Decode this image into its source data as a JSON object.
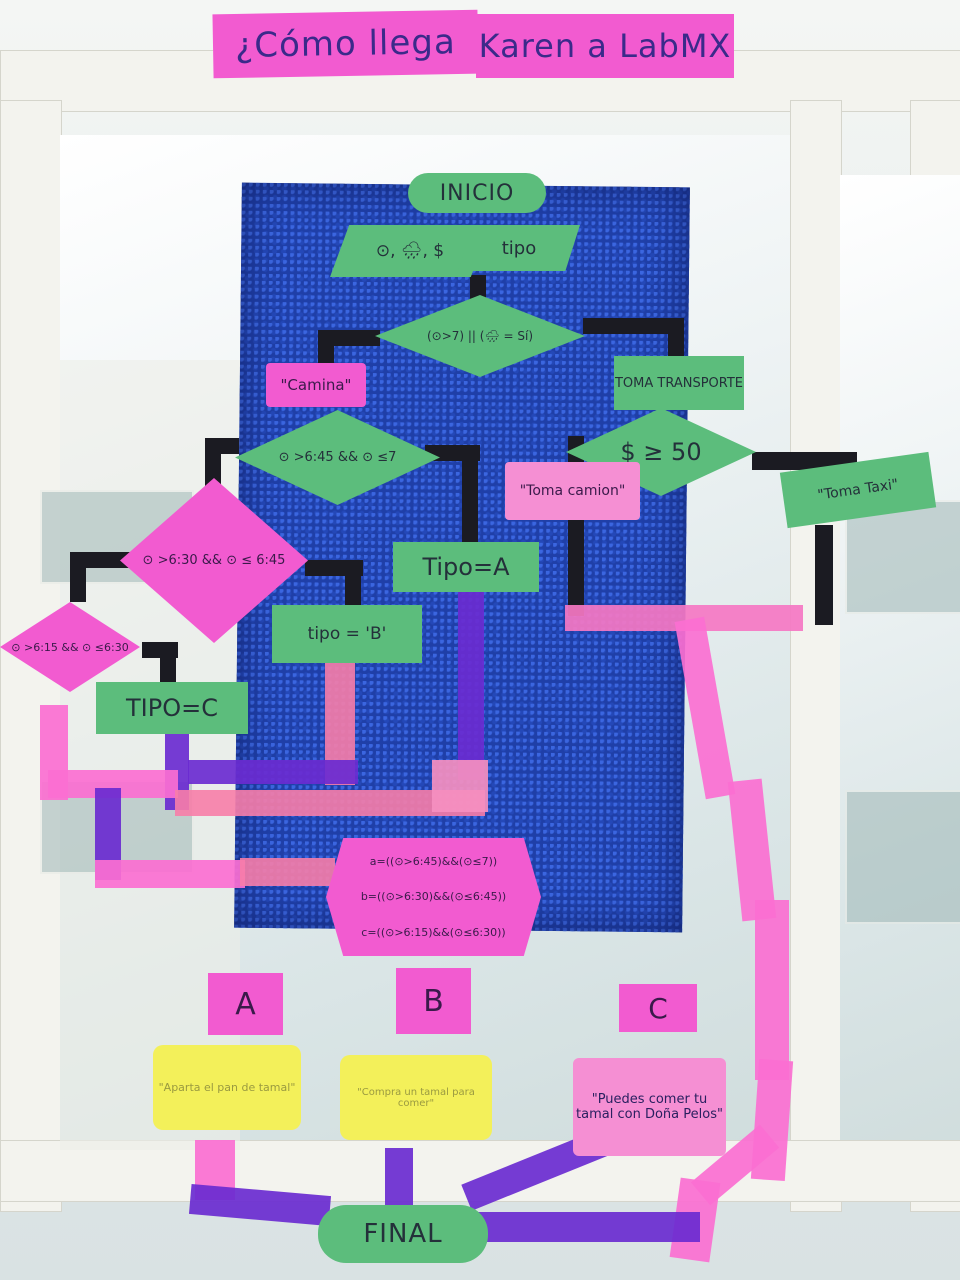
{
  "banner": {
    "left": "¿Cómo llega",
    "right": "Karen a LabMX"
  },
  "flow": {
    "start": "INICIO",
    "input_left": "⊙, 🌧, $",
    "input_right": "tipo",
    "decision_main": "(⊙>7) || (🌧 = Sí)",
    "camina": "\"Camina\"",
    "toma_transporte": "TOMA TRANSPORTE",
    "decision_time": "⊙ >6:45 && ⊙ ≤7",
    "decision_money": "$ ≥ 50",
    "toma_camion": "\"Toma camion\"",
    "toma_taxi": "\"Toma Taxi\"",
    "decision_time2": "⊙ >6:30 && ⊙ ≤ 6:45",
    "tipo_a": "Tipo=A",
    "decision_time3": "⊙ >6:15 && ⊙ ≤6:30",
    "tipo_b": "tipo = 'B'",
    "tipo_c": "TIPO=C",
    "conditions": [
      "a=((⊙>6:45)&&(⊙≤7))",
      "b=((⊙>6:30)&&(⊙≤6:45))",
      "c=((⊙>6:15)&&(⊙≤6:30))"
    ],
    "case_a": "A",
    "case_b": "B",
    "case_c": "C",
    "result_a": "\"Aparta el pan de tamal\"",
    "result_b": "\"Compra un tamal para comer\"",
    "result_c": "\"Puedes comer tu tamal con Doña Pelos\"",
    "end": "FINAL"
  }
}
